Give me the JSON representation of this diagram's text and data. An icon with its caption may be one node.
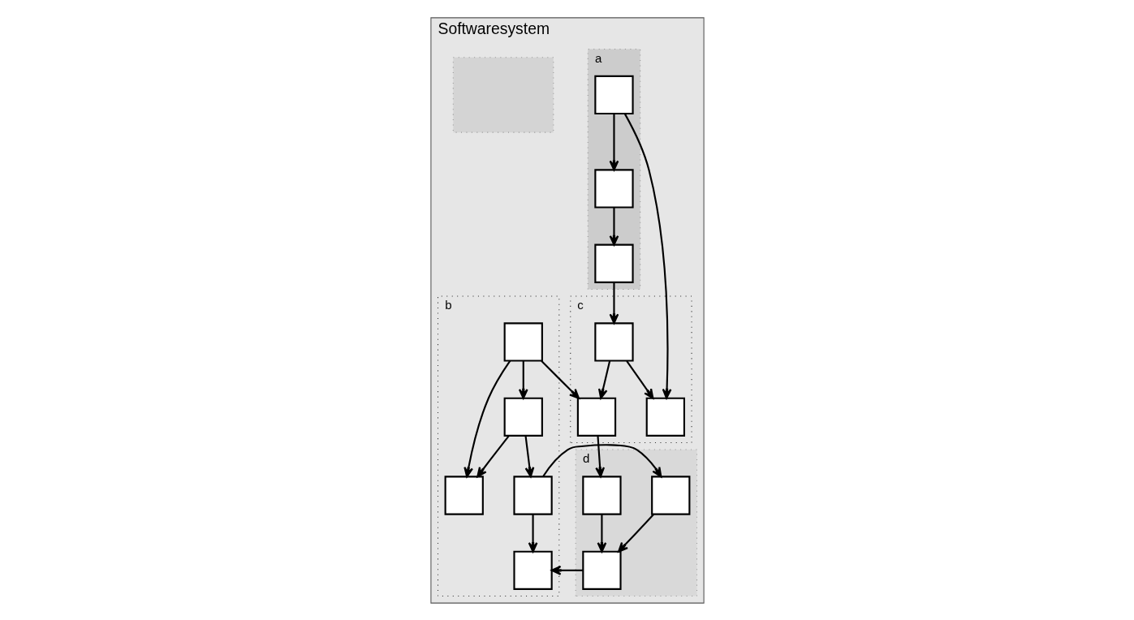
{
  "diagram": {
    "nodes": [
      {
        "text": [
          "Softwaresystem"
        ]
      },
      {
        "text": [
          "a"
        ],
        "in": 0
      },
      {
        "text": [
          "b"
        ],
        "in": 0
      },
      {
        "text": [],
        "shape": "box",
        "in": 0
      },
      {
        "text": [
          "c"
        ],
        "in": 0
      },
      {
        "text": [
          "d"
        ],
        "in": 0
      },
      {
        "text": [],
        "shape": "box",
        "in": 1
      },
      {
        "text": [],
        "shape": "box",
        "in": 1
      },
      {
        "text": [],
        "shape": "box",
        "in": 1
      },
      {
        "text": [],
        "shape": "box",
        "in": 2
      },
      {
        "text": [],
        "shape": "box",
        "in": 2
      },
      {
        "text": [],
        "shape": "box",
        "in": 2
      },
      {
        "text": [],
        "shape": "box",
        "in": 2
      },
      {
        "text": [],
        "shape": "box",
        "in": 2
      },
      {
        "text": [],
        "shape": "box",
        "in": 4
      },
      {
        "text": [],
        "shape": "box",
        "in": 4
      },
      {
        "text": [],
        "shape": "box",
        "in": 4
      },
      {
        "text": [],
        "shape": "box",
        "in": 5
      },
      {
        "text": [],
        "shape": "box",
        "in": 5
      },
      {
        "text": [],
        "shape": "box",
        "in": 5
      }
    ],
    "edges": [
      {
        "from": 6,
        "to": 7,
        "arrow": "to"
      },
      {
        "from": 7,
        "to": 8,
        "arrow": "to"
      },
      {
        "from": 6,
        "to": 14,
        "arrow": "to"
      },
      {
        "from": 8,
        "to": 15,
        "arrow": "to"
      },
      {
        "from": 15,
        "to": 14,
        "arrow": "to"
      },
      {
        "from": 15,
        "to": 16,
        "arrow": "to"
      },
      {
        "from": 16,
        "to": 18,
        "arrow": "to"
      },
      {
        "from": 18,
        "to": 19,
        "arrow": "to"
      },
      {
        "from": 9,
        "to": 16,
        "arrow": "to"
      },
      {
        "from": 9,
        "to": 11,
        "arrow": "to"
      },
      {
        "from": 9,
        "to": 10,
        "arrow": "to"
      },
      {
        "from": 11,
        "to": 10,
        "arrow": "to"
      },
      {
        "from": 11,
        "to": 12,
        "arrow": "to"
      },
      {
        "from": 12,
        "to": 13,
        "arrow": "to"
      },
      {
        "from": 12,
        "to": 17,
        "arrow": "to"
      },
      {
        "from": 17,
        "to": 19,
        "arrow": "to"
      },
      {
        "from": 19,
        "to": 13,
        "arrow": "to"
      }
    ]
  }
}
